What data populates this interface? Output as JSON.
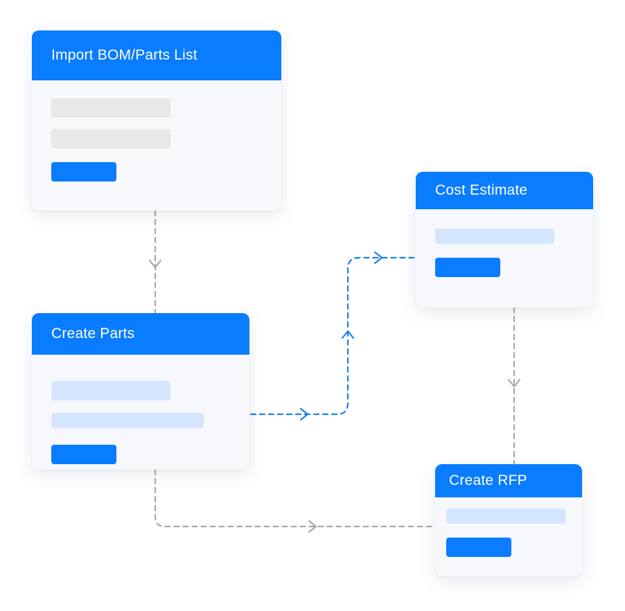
{
  "cards": {
    "import_bom": {
      "title": "Import BOM/Parts List"
    },
    "create_parts": {
      "title": "Create Parts"
    },
    "cost_estimate": {
      "title": "Cost Estimate"
    },
    "create_rfp": {
      "title": "Create RFP"
    }
  },
  "colors": {
    "accent": "#0a7cff",
    "placeholder_gray": "#e8e8ea",
    "placeholder_light_blue": "#d3e6fd",
    "card_background": "#f7f8fc",
    "connector_gray": "#a8a8a8",
    "connector_blue": "#1a7ff0"
  },
  "connectors": [
    {
      "from": "Import BOM/Parts List",
      "to": "Create Parts",
      "style": "dashed-gray"
    },
    {
      "from": "Create Parts",
      "to": "Cost Estimate",
      "style": "dashed-blue"
    },
    {
      "from": "Cost Estimate",
      "to": "Create RFP",
      "style": "dashed-gray"
    },
    {
      "from": "Create Parts",
      "to": "Create RFP",
      "style": "dashed-gray"
    }
  ]
}
